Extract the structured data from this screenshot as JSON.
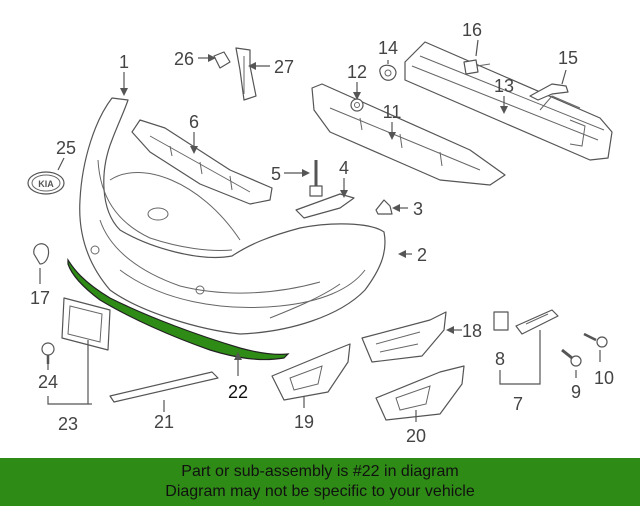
{
  "diagram": {
    "highlight_color": "#2e8b16",
    "callouts": {
      "c1": "1",
      "c2": "2",
      "c3": "3",
      "c4": "4",
      "c5": "5",
      "c6": "6",
      "c7": "7",
      "c8": "8",
      "c9": "9",
      "c10": "10",
      "c11": "11",
      "c12": "12",
      "c13": "13",
      "c14": "14",
      "c15": "15",
      "c16": "16",
      "c17": "17",
      "c18": "18",
      "c19": "19",
      "c20": "20",
      "c21": "21",
      "c22": "22",
      "c23": "23",
      "c24": "24",
      "c25": "25",
      "c26": "26",
      "c27": "27"
    },
    "logo_text": "KIA"
  },
  "banner": {
    "line1": "Part or sub-assembly is #22 in diagram",
    "line2": "Diagram may not be specific to your vehicle",
    "background": "#2e8b16"
  }
}
